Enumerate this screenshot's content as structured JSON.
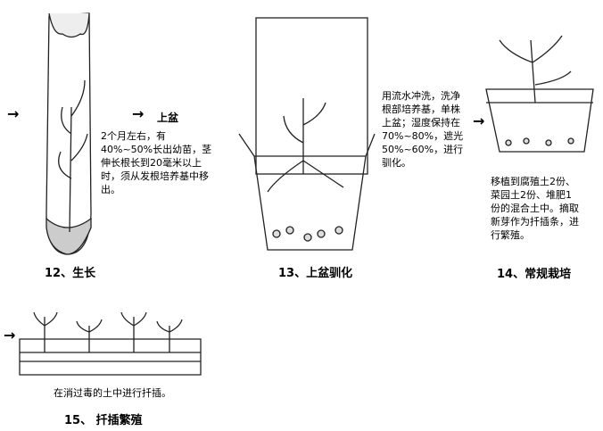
{
  "steps": [
    {
      "caption": "12、生长",
      "sub_title": "上盆",
      "note": "2个月左右，有40%~50%长出幼苗，茎伸长根长到20毫米以上时，须从发根培养基中移出。"
    },
    {
      "caption": "13、上盆驯化",
      "note": "用流水冲洗，洗净根部培养基，单株上盆；湿度保持在70%~80%，遮光50%~60%，进行驯化。"
    },
    {
      "caption": "14、常规栽培",
      "note": "移植到腐殖土2份、菜园土2份、堆肥1份的混合土中。摘取新芽作为扦插条，进行繁殖。"
    },
    {
      "caption": "15、 扦插繁殖",
      "note": "在消过毒的土中进行扦插。"
    }
  ],
  "arrow_glyph": "→"
}
